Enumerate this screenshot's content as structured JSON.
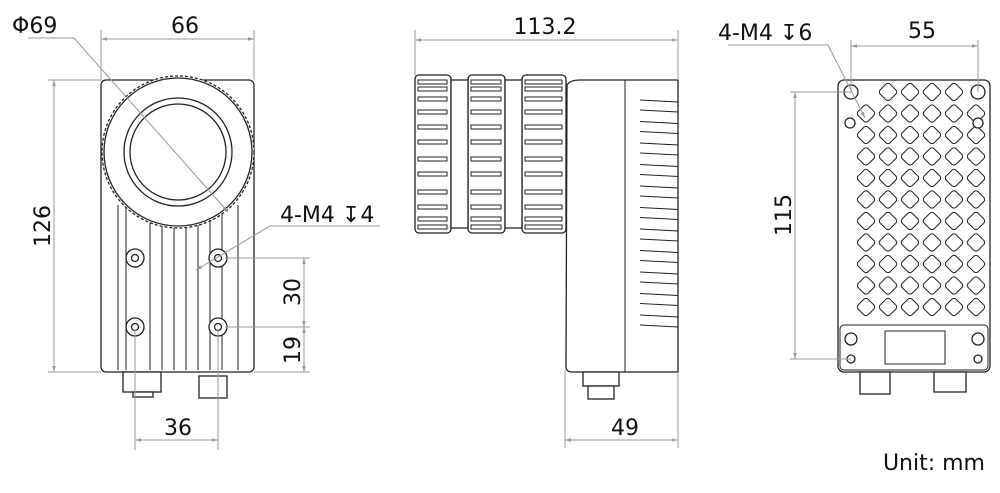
{
  "front_view": {
    "diameter_label": "Φ69",
    "width_label": "66",
    "height_label": "126",
    "mount_label": "4-M4 ↧4",
    "hole_spacing_v_label": "30",
    "hole_offset_label": "19",
    "hole_spacing_h_label": "36"
  },
  "side_view": {
    "length_label": "113.2",
    "depth_label": "49"
  },
  "back_view": {
    "mount_label": "4-M4 ↧6",
    "hole_spacing_h_label": "55",
    "hole_spacing_v_label": "115"
  },
  "unit_label": "Unit: mm"
}
